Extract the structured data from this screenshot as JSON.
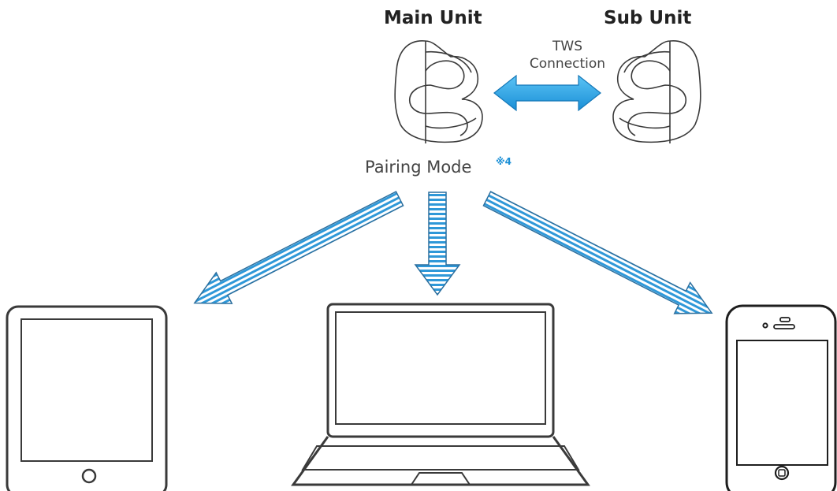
{
  "units": {
    "main_label": "Main Unit",
    "sub_label": "Sub Unit"
  },
  "connection": {
    "line1": "TWS",
    "line2": "Connection"
  },
  "pairing": {
    "label": "Pairing Mode",
    "note": "※4"
  },
  "devices": [
    "tablet",
    "laptop",
    "smartphone"
  ],
  "colors": {
    "arrow_blue": "#1e9ee0",
    "stripe_dark": "#2c7db5",
    "outline": "#3a3a3a"
  }
}
